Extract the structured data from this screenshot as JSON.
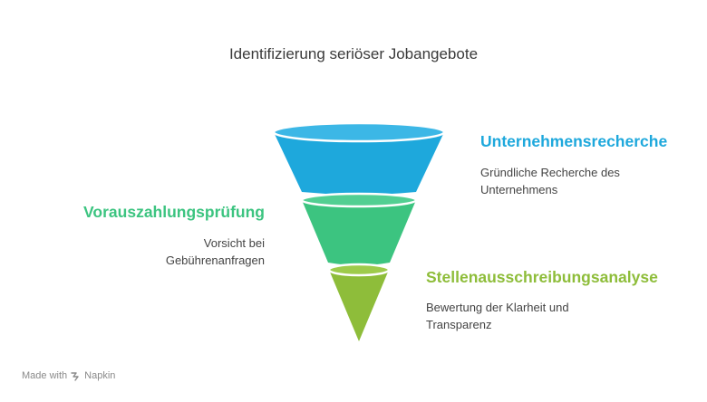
{
  "title": "Identifizierung seriöser Jobangebote",
  "colors": {
    "blue": "#1ea8dc",
    "green": "#3cc480",
    "lime": "#8ebd3a"
  },
  "stages": [
    {
      "heading": "Unternehmensrecherche",
      "desc_line1": "Gründliche Recherche des",
      "desc_line2": "Unternehmens",
      "color": "#1ea8dc"
    },
    {
      "heading": "Vorauszahlungsprüfung",
      "desc_line1": "Vorsicht bei",
      "desc_line2": "Gebührenanfragen",
      "color": "#3cc480"
    },
    {
      "heading": "Stellenausschreibungsanalyse",
      "desc_line1": "Bewertung der Klarheit und",
      "desc_line2": "Transparenz",
      "color": "#8ebd3a"
    }
  ],
  "footer": {
    "made_with": "Made with",
    "brand": "Napkin",
    "icon": "napkin-logo-icon"
  }
}
